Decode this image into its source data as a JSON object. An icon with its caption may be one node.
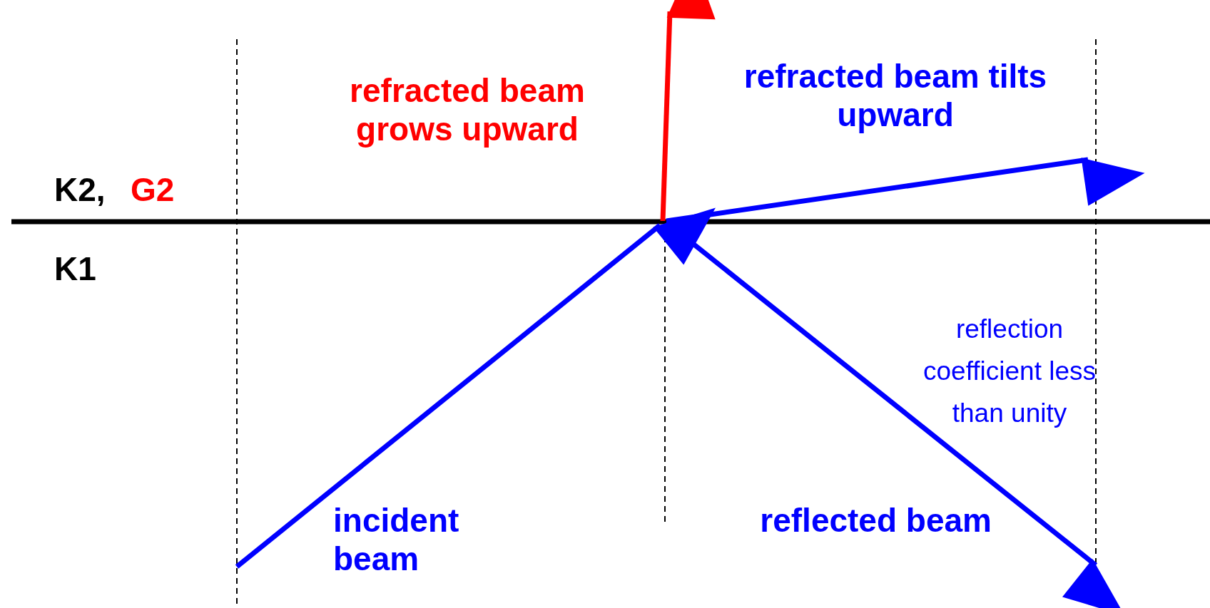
{
  "diagram": {
    "labels": [
      "refracted beam grows upward",
      "refracted beam tilts upward",
      "K2,",
      "G2",
      "K1",
      "reflection coefficient less than unity",
      "incident beam",
      "reflected beam"
    ]
  }
}
